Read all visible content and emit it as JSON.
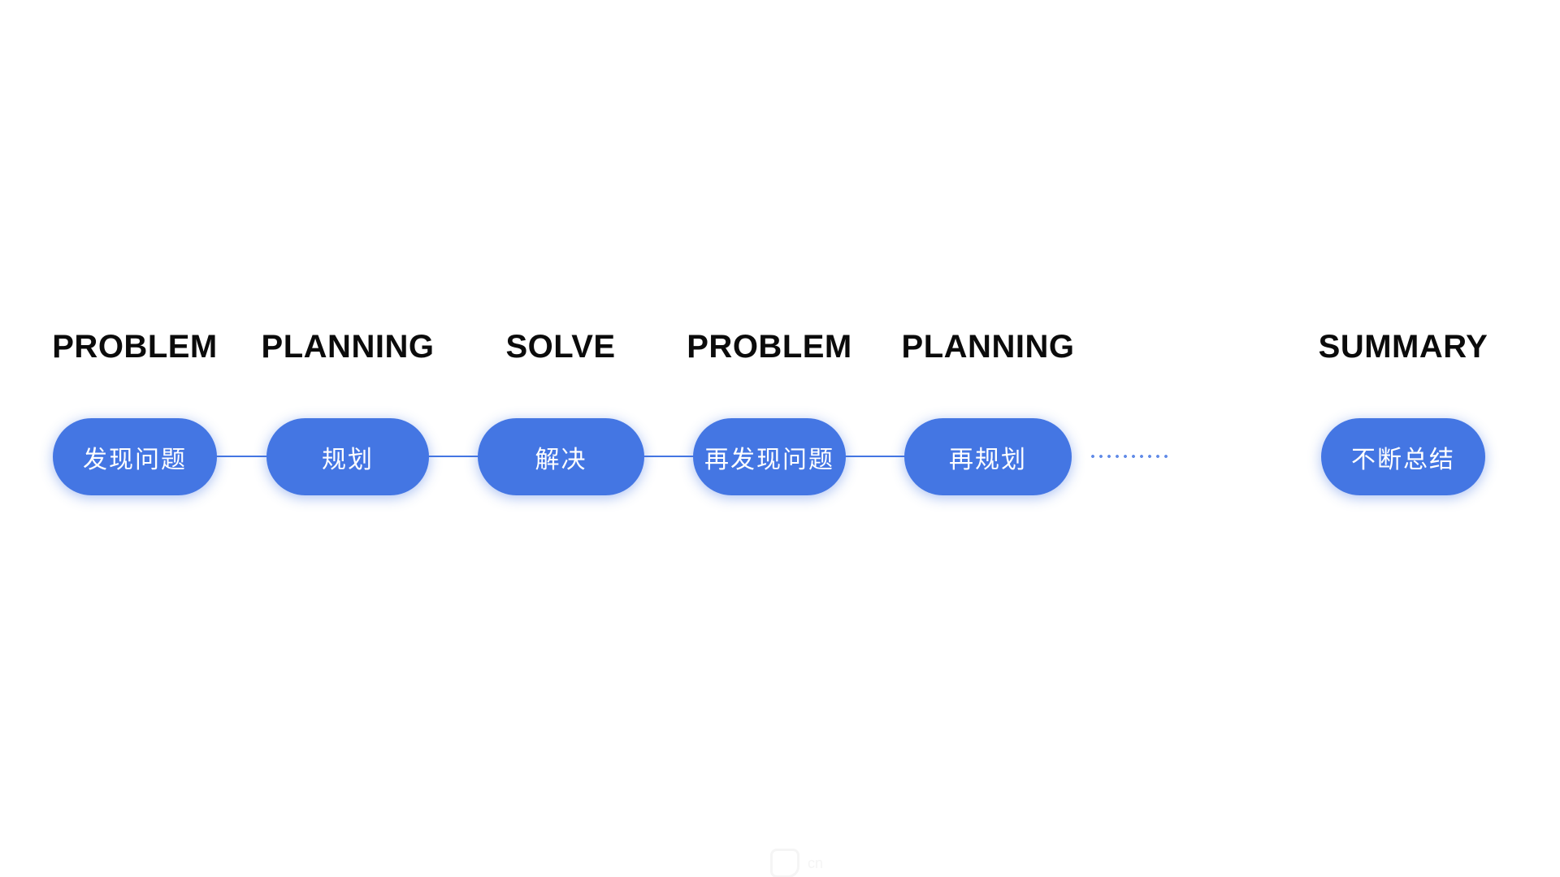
{
  "diagram": {
    "background_color": "#ffffff",
    "node_color": "#4476e3",
    "node_text_color": "#ffffff",
    "header_text_color": "#0b0b0b",
    "connector_color": "#4476e3",
    "dotted_connector_color": "#5b84e8",
    "stages": [
      {
        "header": "PROBLEM",
        "pill": "发现问题",
        "connector_after": "solid"
      },
      {
        "header": "PLANNING",
        "pill": "规划",
        "connector_after": "solid"
      },
      {
        "header": "SOLVE",
        "pill": "解决",
        "connector_after": "solid"
      },
      {
        "header": "PROBLEM",
        "pill": "再发现问题",
        "connector_after": "solid"
      },
      {
        "header": "PLANNING",
        "pill": "再规划",
        "connector_after": "dotted"
      },
      {
        "header": "SUMMARY",
        "pill": "不断总结",
        "connector_after": "none"
      }
    ]
  },
  "watermark": {
    "text": "cn"
  }
}
